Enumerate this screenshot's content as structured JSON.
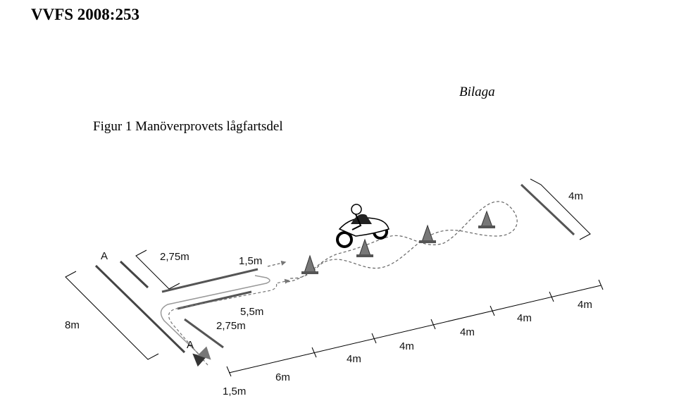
{
  "header": {
    "doc_id": "VVFS 2008:253",
    "appendix": "Bilaga"
  },
  "figure": {
    "caption": "Figur 1 Manöverprovets lågfartsdel",
    "labels": {
      "a_top": "A",
      "a_bottom": "A",
      "entry_width": "2,75m",
      "lane_width_top": "1,5m",
      "lane_length": "5,5m",
      "exit_width": "2,75m",
      "overall_width": "8m",
      "end_offset": "1,5m",
      "segment_1": "6m",
      "segment_2": "4m",
      "segment_3": "4m",
      "segment_4": "4m",
      "segment_5": "4m",
      "segment_6": "4m",
      "end_line": "4m"
    }
  }
}
